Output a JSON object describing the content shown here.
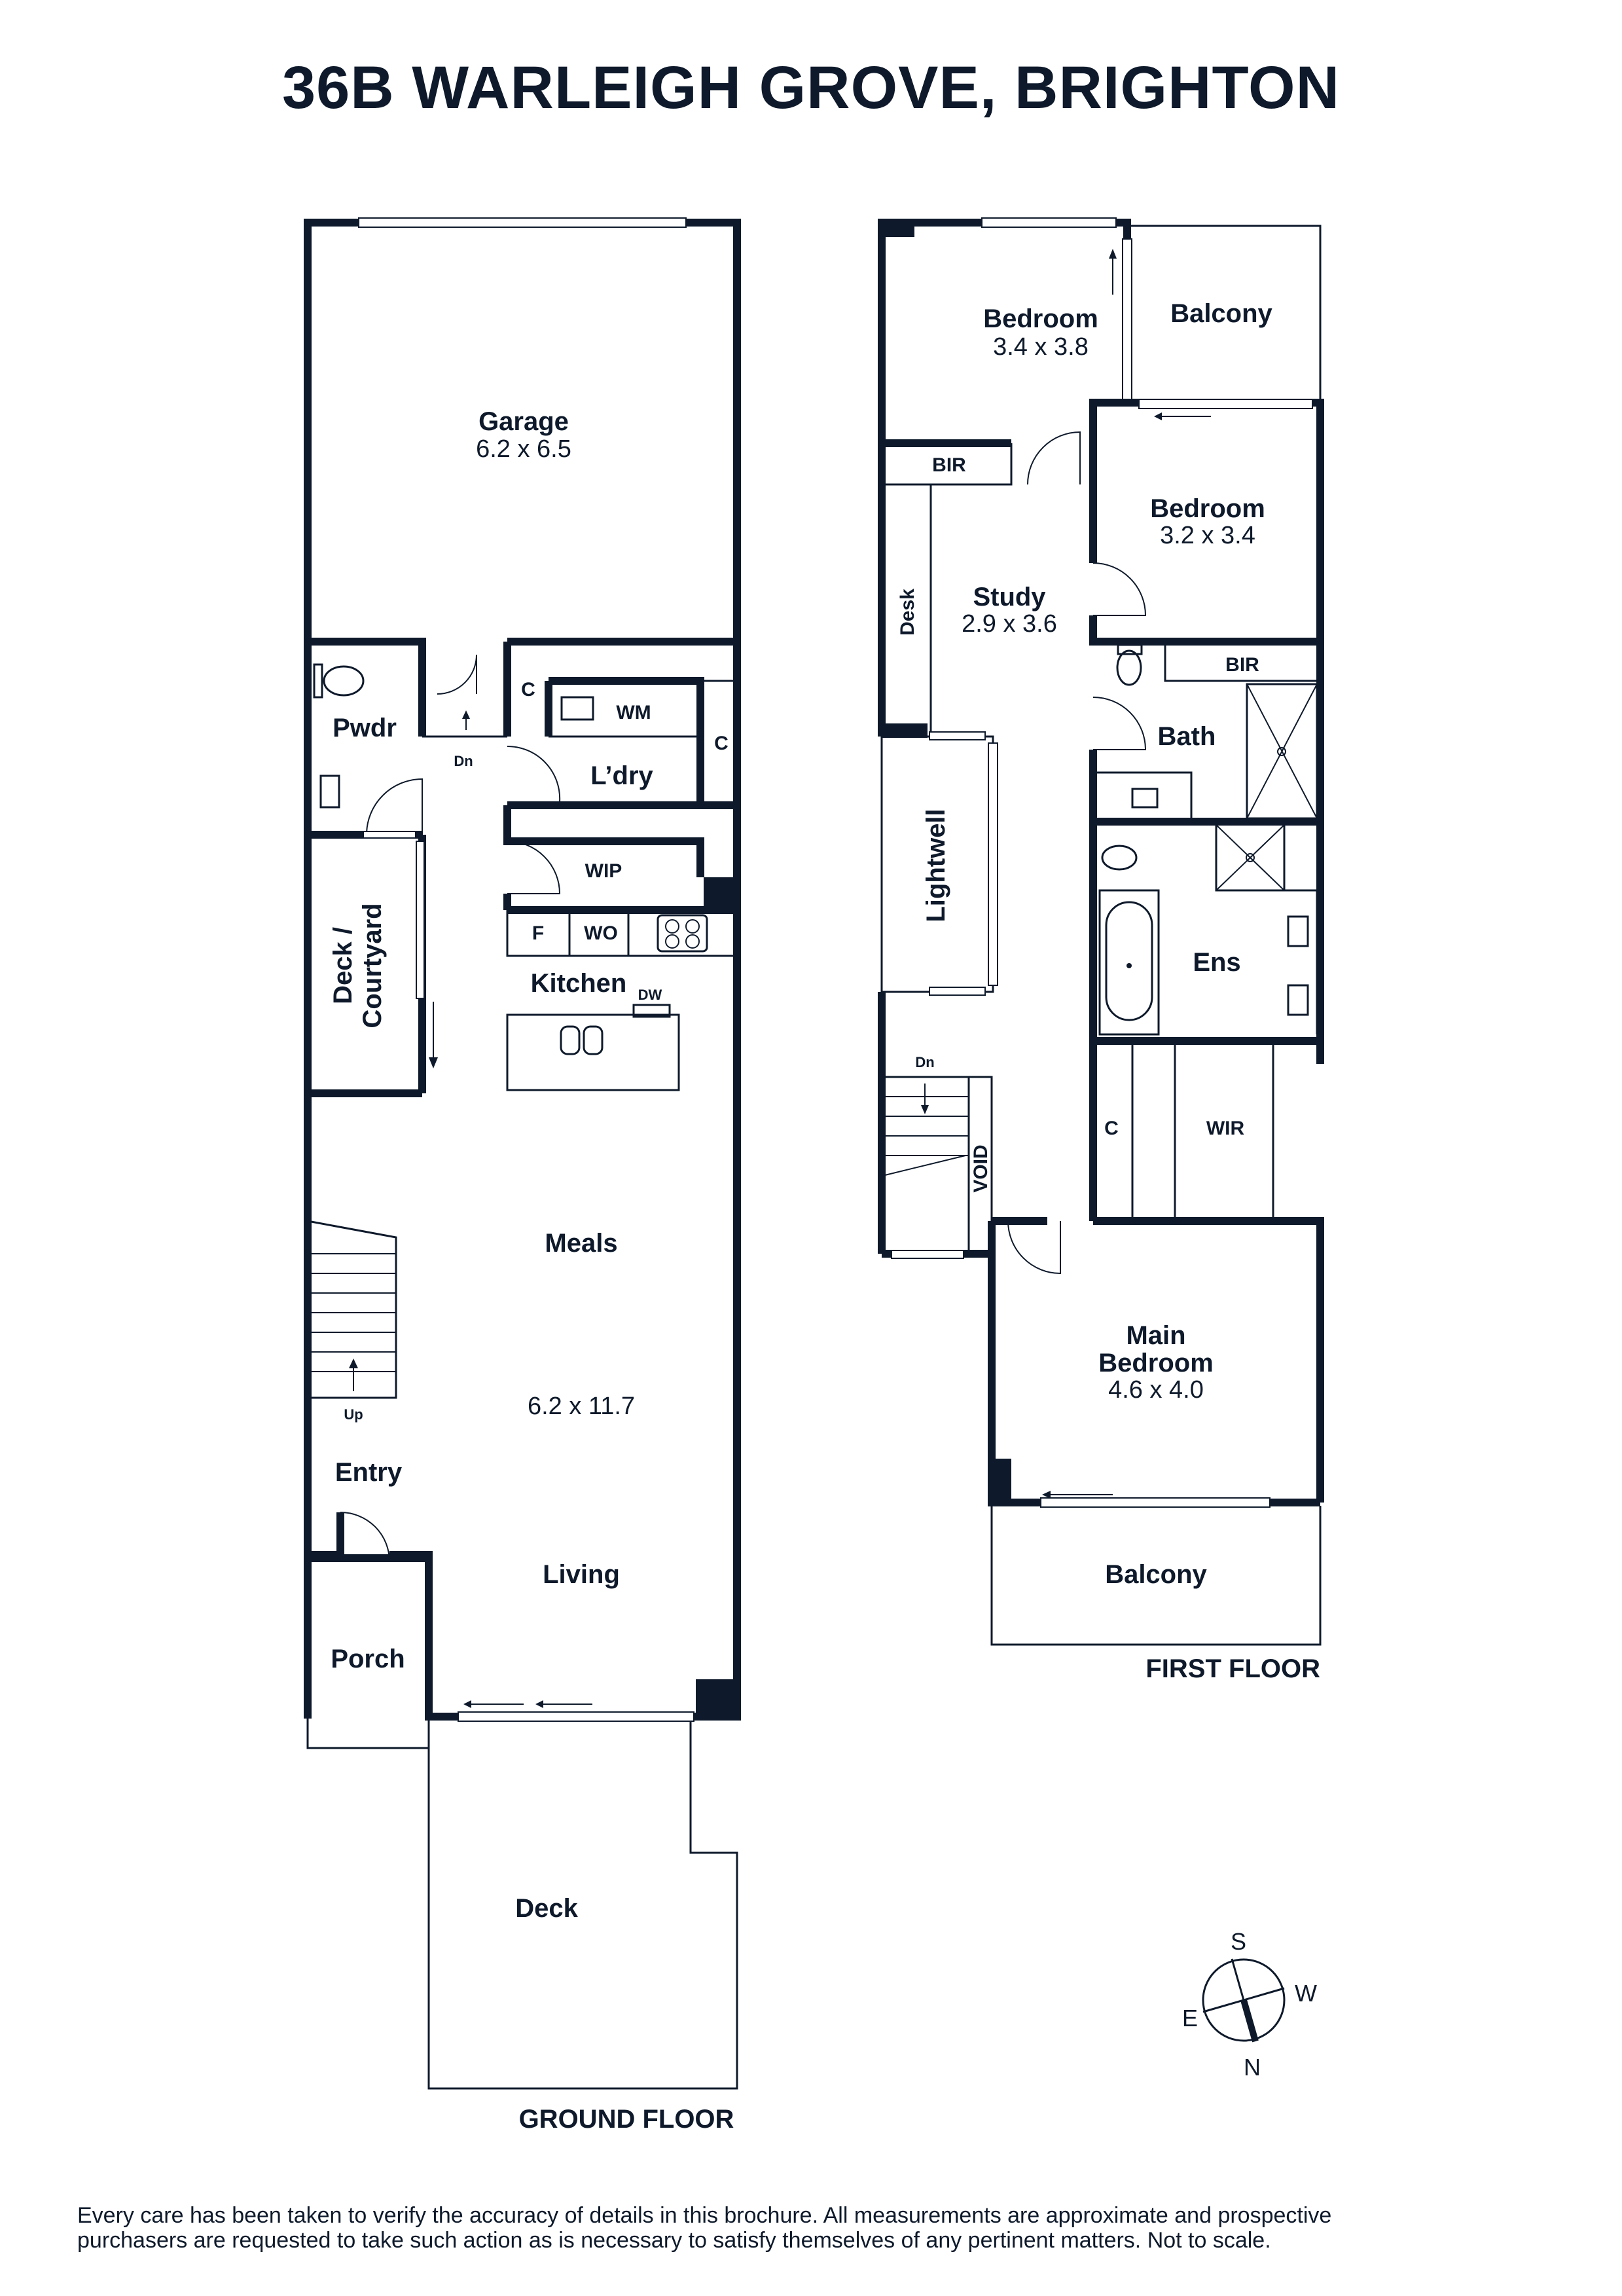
{
  "title": "36B WARLEIGH GROVE, BRIGHTON",
  "ground_floor": {
    "label": "GROUND FLOOR",
    "rooms": {
      "garage": "Garage",
      "garage_dim": "6.2 x 6.5",
      "pwdr": "Pwdr",
      "c1": "C",
      "wm": "WM",
      "c2": "C",
      "ldry": "L’dry",
      "wip": "WIP",
      "f": "F",
      "wo": "WO",
      "kitchen": "Kitchen",
      "dw": "DW",
      "deck_courtyard_1": "Deck /",
      "deck_courtyard_2": "Courtyard",
      "meals": "Meals",
      "living_dim": "6.2 x 11.7",
      "entry": "Entry",
      "living": "Living",
      "porch": "Porch",
      "deck": "Deck",
      "dn": "Dn",
      "up": "Up"
    }
  },
  "first_floor": {
    "label": "FIRST FLOOR",
    "rooms": {
      "bedroom1": "Bedroom",
      "bedroom1_dim": "3.4 x 3.8",
      "balcony_top": "Balcony",
      "bir1": "BIR",
      "bedroom2": "Bedroom",
      "bedroom2_dim": "3.2 x 3.4",
      "desk": "Desk",
      "study": "Study",
      "study_dim": "2.9 x 3.6",
      "bir2": "BIR",
      "bath": "Bath",
      "lightwell": "Lightwell",
      "ens": "Ens",
      "dn": "Dn",
      "c": "C",
      "wir": "WIR",
      "void": "VOID",
      "main_bedroom_1": "Main",
      "main_bedroom_2": "Bedroom",
      "main_bedroom_dim": "4.6 x 4.0",
      "balcony_bottom": "Balcony"
    }
  },
  "compass": {
    "s": "S",
    "w": "W",
    "e": "E",
    "n": "N"
  },
  "disclaimer": {
    "line1": "Every care has been taken to verify the accuracy of details in this brochure. All measurements are approximate and prospective",
    "line2": "purchasers are requested to take such action as is necessary to satisfy themselves of any pertinent matters. Not to scale."
  }
}
